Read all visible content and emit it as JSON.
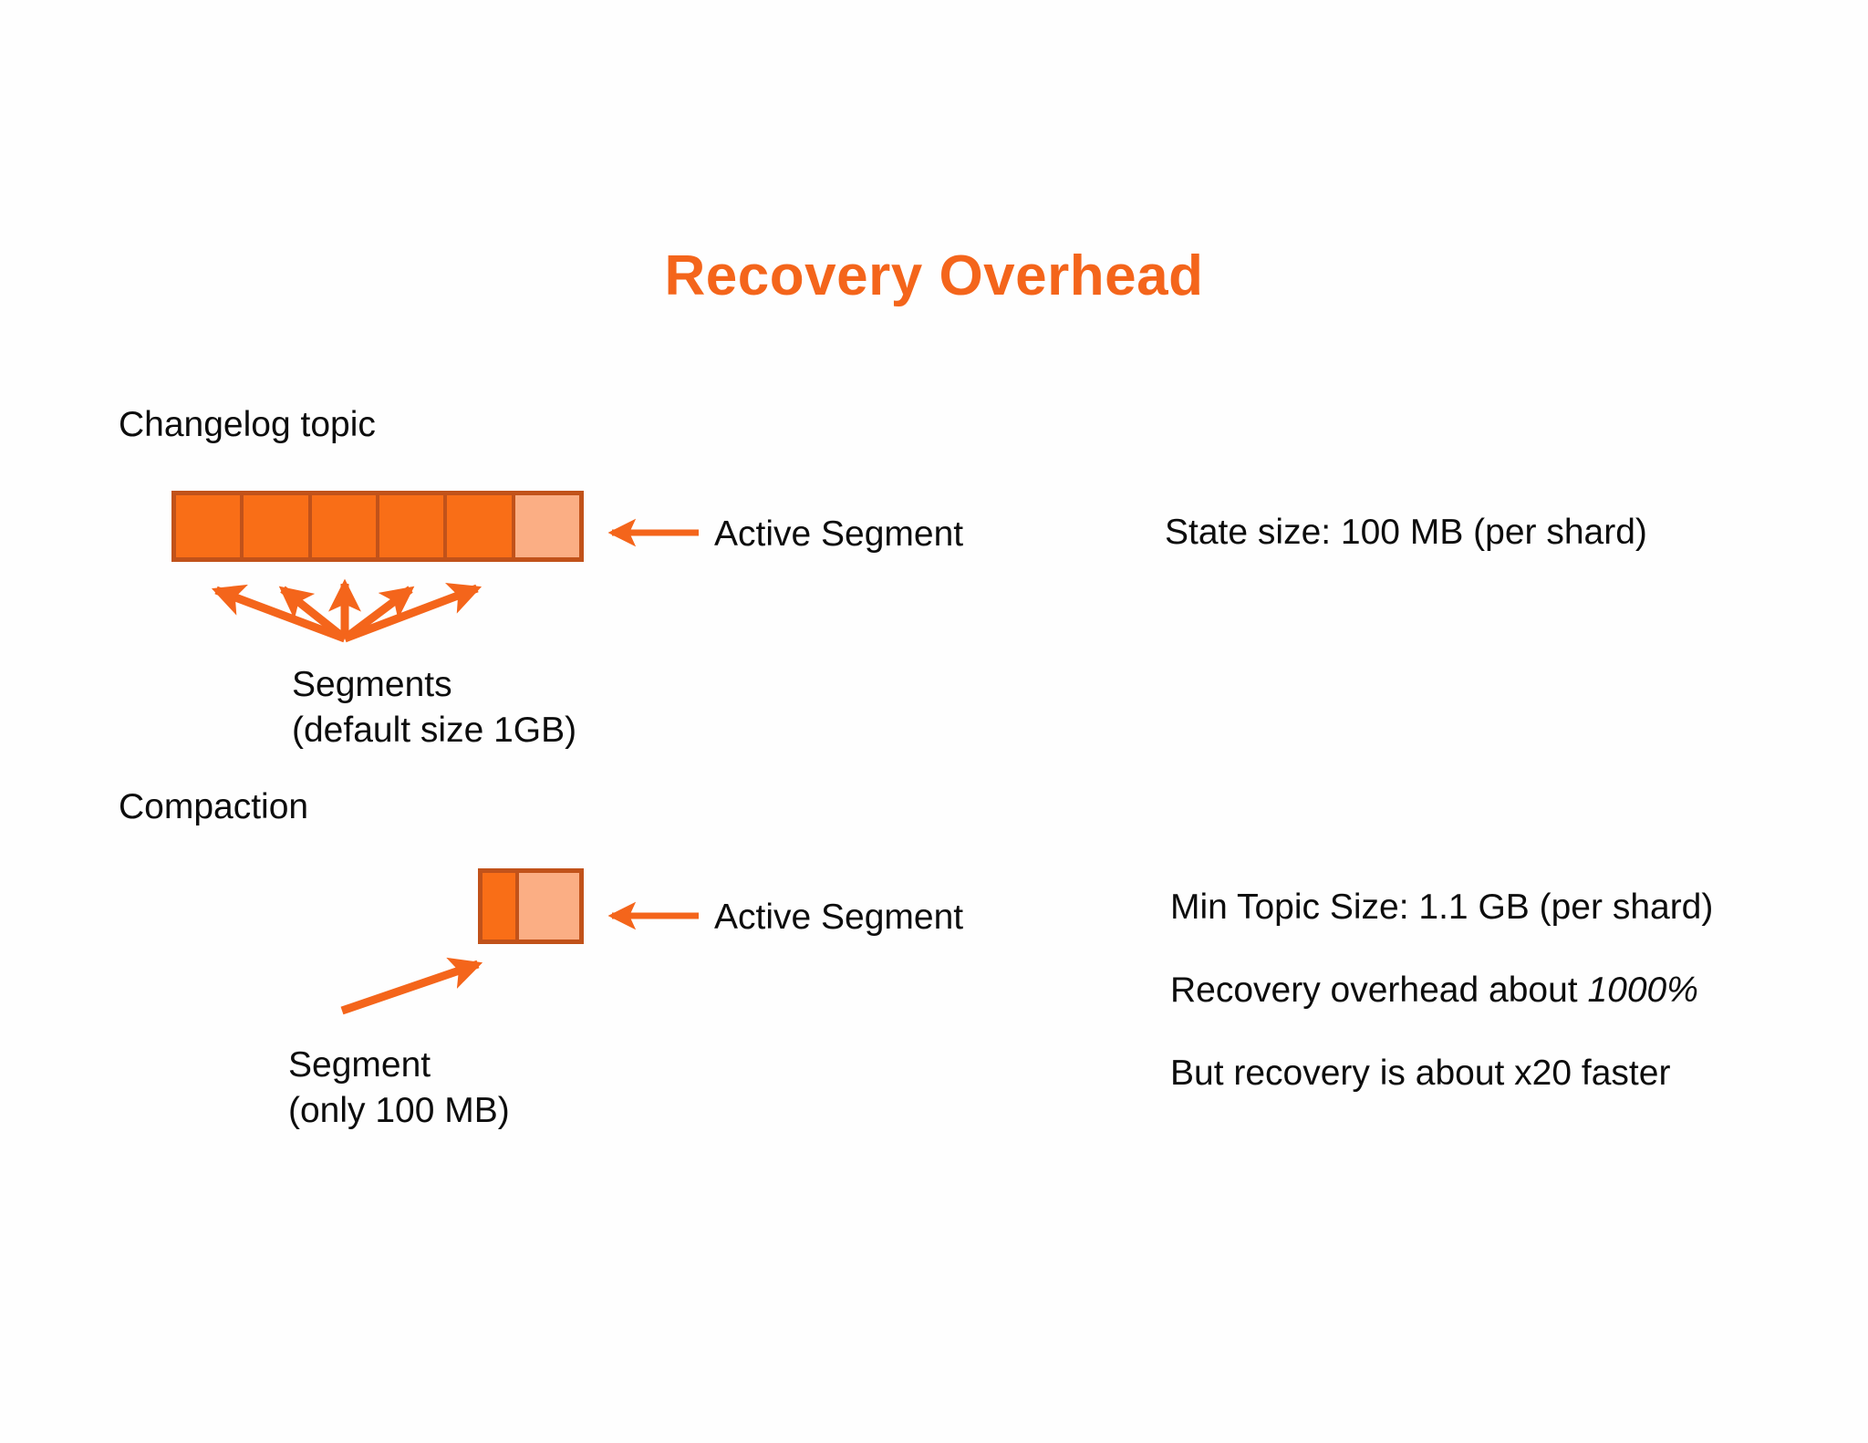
{
  "slide": {
    "title": "Recovery Overhead",
    "accent_color": "#F4651B",
    "segment_fill_color": "#F96E17",
    "active_segment_fill_color": "#FBAE84",
    "segment_border_color": "#C1521A",
    "background_color": "#FEFEFE",
    "text_color": "#0D0D0D"
  },
  "changelog_section": {
    "label": "Changelog topic",
    "bar": {
      "total_segments": 6,
      "closed_segments": 5,
      "active_segments": 1,
      "segments": [
        {
          "name": "segment-1",
          "state": "closed"
        },
        {
          "name": "segment-2",
          "state": "closed"
        },
        {
          "name": "segment-3",
          "state": "closed"
        },
        {
          "name": "segment-4",
          "state": "closed"
        },
        {
          "name": "segment-5",
          "state": "closed"
        },
        {
          "name": "segment-6",
          "state": "active"
        }
      ]
    },
    "active_segment_label": "Active Segment",
    "caption_line1": "Segments",
    "caption_line2": "(default size 1GB)",
    "fanout_arrow_count": 5
  },
  "compaction_section": {
    "label": "Compaction",
    "bar": {
      "total_segments": 2,
      "closed_segments": 1,
      "active_segments": 1,
      "segments": [
        {
          "name": "segment-1",
          "state": "closed"
        },
        {
          "name": "segment-2",
          "state": "active"
        }
      ]
    },
    "active_segment_label": "Active Segment",
    "caption_line1": "Segment",
    "caption_line2": "(only 100 MB)"
  },
  "notes": {
    "state_size": "State size: 100 MB (per shard)",
    "min_topic_size": "Min Topic Size: 1.1 GB (per shard)",
    "recovery_overhead_prefix": "Recovery overhead about ",
    "recovery_overhead_value": "1000%",
    "recovery_speed": "But recovery is about x20 faster"
  },
  "icons": {
    "active_segment_pointer": "arrow-left-icon",
    "segments_fanout": "arrow-fanout-icon",
    "segment_pointer": "arrow-up-right-icon"
  }
}
